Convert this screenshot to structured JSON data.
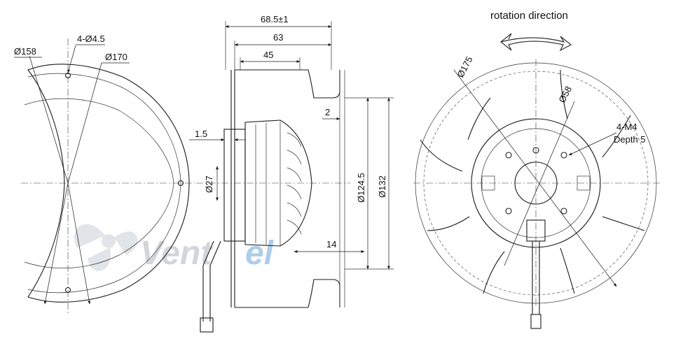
{
  "dimensions": {
    "front_outer_diameter": "Ø158",
    "front_bolt_circle": "Ø170",
    "front_holes": "4-Ø4.5",
    "overall_length": "68.5±1",
    "flange_length": "63",
    "inner_length": "45",
    "flange_thickness": "1.5",
    "offset_2": "2",
    "offset_14": "14",
    "shaft_diameter": "Ø27",
    "inner_diameter": "Ø124.5",
    "outer_diameter": "Ø132",
    "impeller_diameter": "Ø175",
    "hub_diameter": "Ø58",
    "thread_spec": "4-M4",
    "thread_depth": "Depth 5"
  },
  "labels": {
    "rotation_direction": "rotation direction"
  },
  "watermark": {
    "brand_part1": "Vent",
    "brand_part2": "el"
  }
}
